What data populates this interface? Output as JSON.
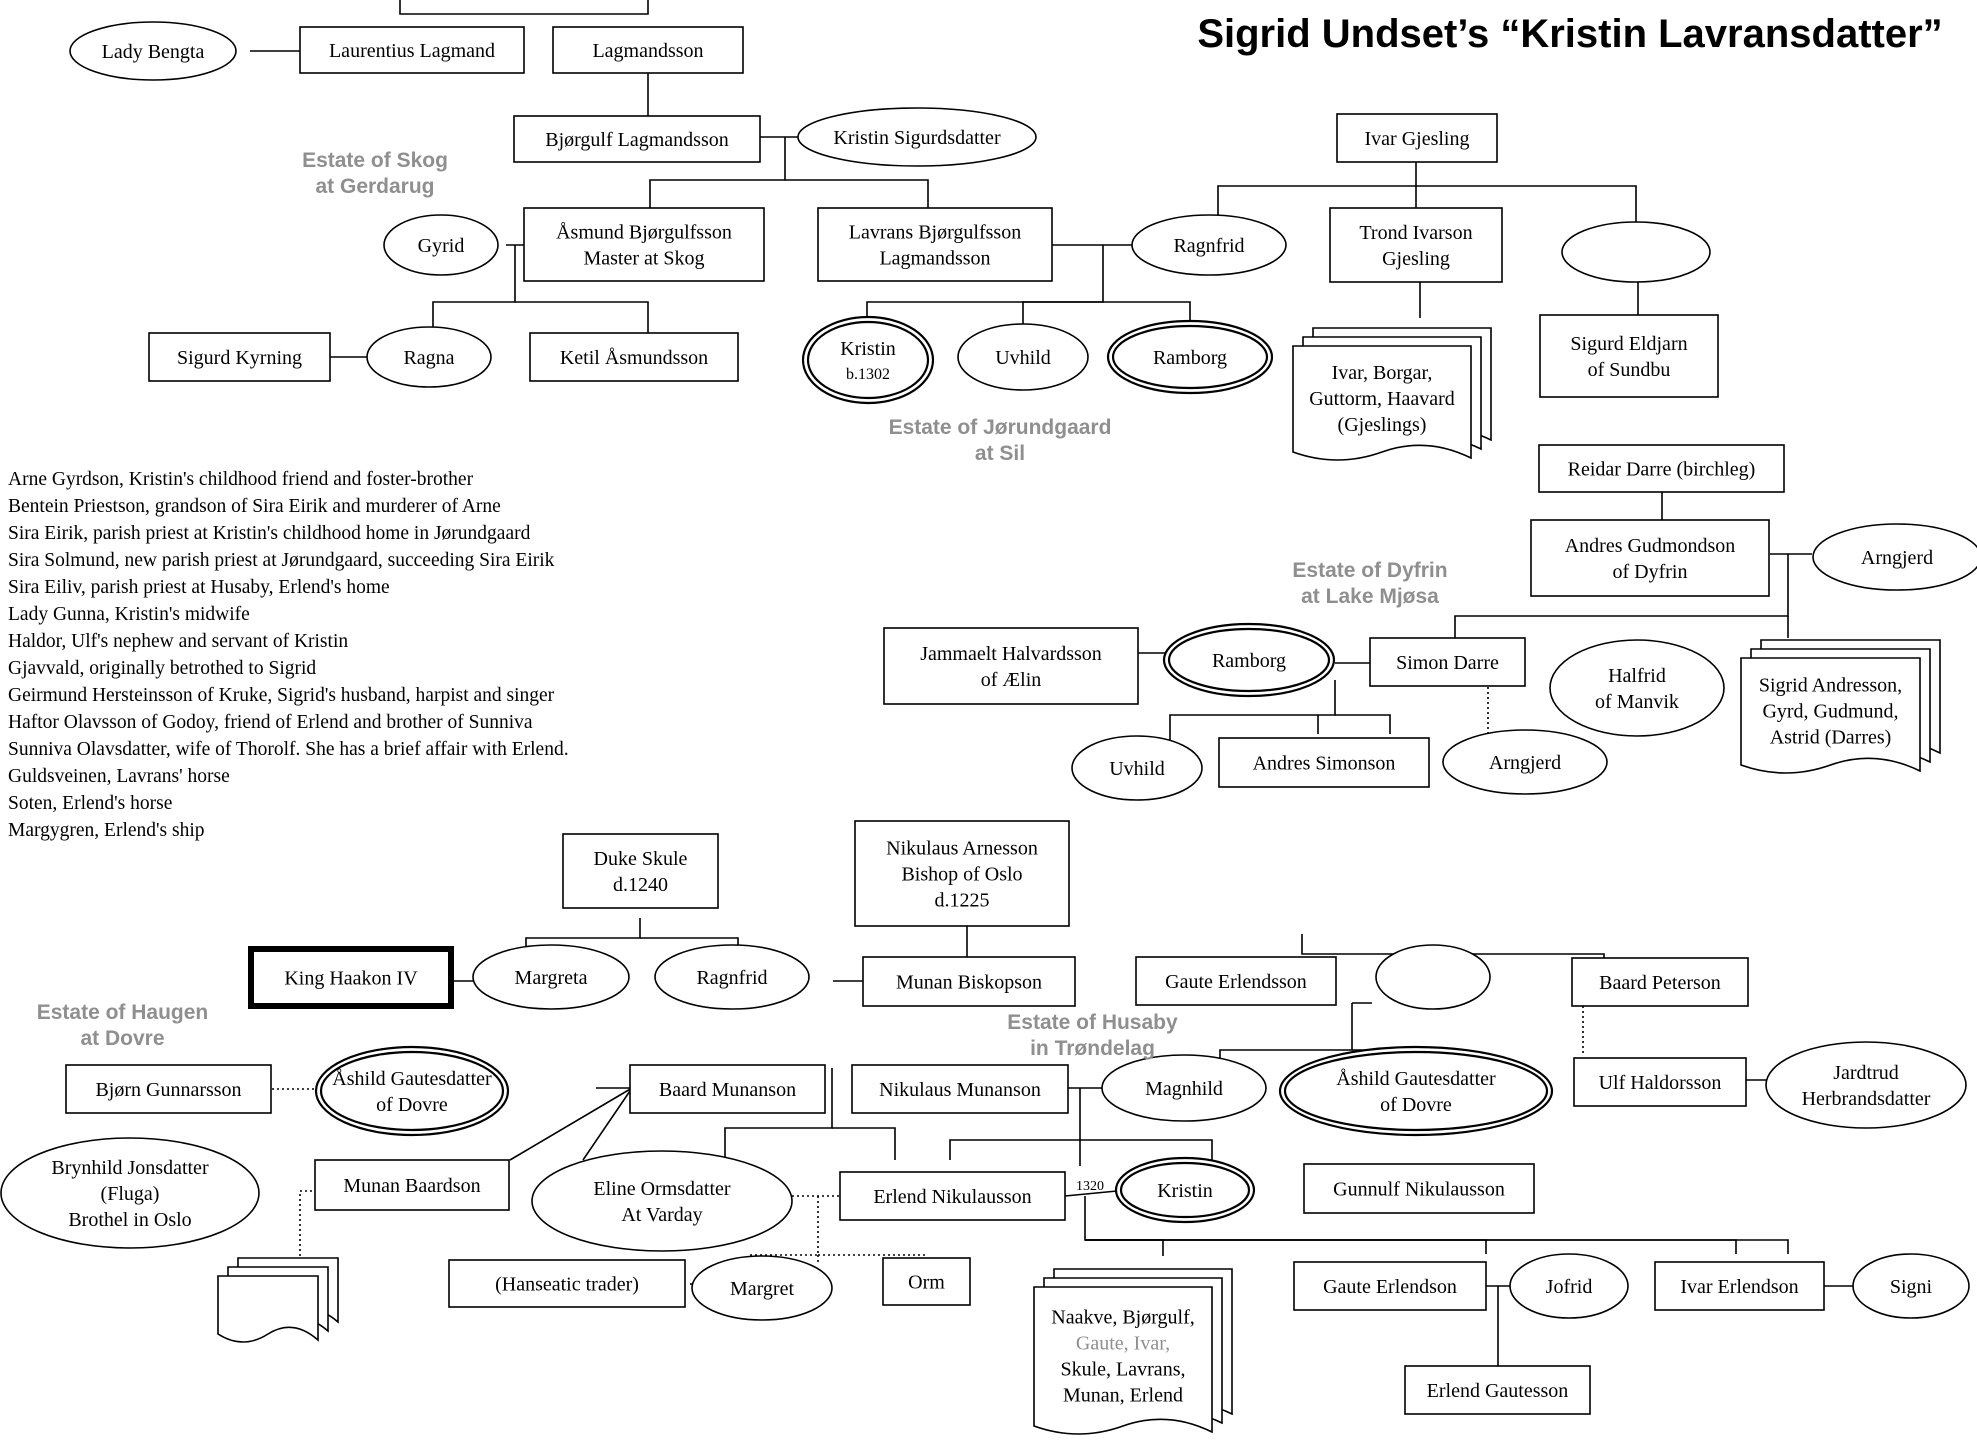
{
  "title": "Sigrid Undset’s “Kristin Lavransdatter”",
  "estates": {
    "skog": [
      "Estate of Skog",
      "at Gerdarug"
    ],
    "jorundgaard": [
      "Estate of Jørundgaard",
      "at Sil"
    ],
    "dyfrin": [
      "Estate of Dyfrin",
      "at Lake Mjøsa"
    ],
    "haugen": [
      "Estate of Haugen",
      "at Dovre"
    ],
    "husaby": [
      "Estate of Husaby",
      "in Trøndelag"
    ]
  },
  "people": {
    "lady_bengta": "Lady Bengta",
    "laurentius": "Laurentius Lagmand",
    "lagmandsson": "Lagmandsson",
    "bjorgulf": "Bjørgulf Lagmandsson",
    "kristin_sigurdsdatter": "Kristin Sigurdsdatter",
    "ivar_gjesling": "Ivar Gjesling",
    "gyrid": "Gyrid",
    "asmund": [
      "Åsmund Bjørgulfsson",
      "Master at Skog"
    ],
    "lavrans": [
      "Lavrans Bjørgulfsson",
      "Lagmandsson"
    ],
    "ragnfrid": "Ragnfrid",
    "trond": [
      "Trond Ivarson",
      "Gjesling"
    ],
    "unnamed_wife_1": "",
    "sigurd_kyrning": "Sigurd Kyrning",
    "ragna": "Ragna",
    "ketil": "Ketil Åsmundsson",
    "kristin": [
      "Kristin",
      "b.1302"
    ],
    "uvhild": "Uvhild",
    "ramborg": "Ramborg",
    "gjeslings": [
      "Ivar, Borgar,",
      "Guttorm, Haavard",
      "(Gjeslings)"
    ],
    "sigurd_eldjarn": [
      "Sigurd Eldjarn",
      "of Sundbu"
    ],
    "reidar": "Reidar Darre (birchleg)",
    "andres_gudmondson": [
      "Andres Gudmondson",
      "of Dyfrin"
    ],
    "arngjerd": "Arngjerd",
    "jammaelt": [
      "Jammaelt Halvardsson",
      "of Ælin"
    ],
    "ramborg_2": "Ramborg",
    "simon": "Simon Darre",
    "halfrid": [
      "Halfrid",
      "of Manvik"
    ],
    "darres": [
      "Sigrid Andresson,",
      "Gyrd, Gudmund,",
      "Astrid (Darres)"
    ],
    "uvhild_2": "Uvhild",
    "andres_simonson": "Andres Simonson",
    "arngjerd_2": "Arngjerd",
    "duke_skule": [
      "Duke Skule",
      "d.1240"
    ],
    "nikulaus_arnesson": [
      "Nikulaus Arnesson",
      "Bishop of Oslo",
      "d.1225"
    ],
    "king_haakon": "King Haakon IV",
    "margreta": "Margreta",
    "ragnfrid_2": "Ragnfrid",
    "munan_biskopson": "Munan Biskopson",
    "gaute_erlendsson": "Gaute Erlendsson",
    "unnamed_wife_2": "",
    "baard_peterson": "Baard Peterson",
    "bjorn_gunnarsson": "Bjørn Gunnarsson",
    "ashild_1": [
      "Åshild Gautesdatter",
      "of Dovre"
    ],
    "baard_munanson": "Baard Munanson",
    "nikulaus_munanson": "Nikulaus Munanson",
    "magnhild": "Magnhild",
    "ashild_2": [
      "Åshild Gautesdatter",
      "of Dovre"
    ],
    "ulf_haldorsson": "Ulf Haldorsson",
    "jardtrud": [
      "Jardtrud",
      "Herbrandsdatter"
    ],
    "brynhild": [
      "Brynhild Jonsdatter",
      "(Fluga)",
      "Brothel in Oslo"
    ],
    "munan_baardson": "Munan Baardson",
    "eline": [
      "Eline Ormsdatter",
      "At Varday"
    ],
    "erlend": "Erlend Nikulausson",
    "kristin_2": "Kristin",
    "gunnulf": "Gunnulf Nikulausson",
    "hanseatic": "(Hanseatic trader)",
    "margret": "Margret",
    "orm": "Orm",
    "erlend_sons": [
      "Naakve, Bjørgulf,",
      "Gaute, Ivar,",
      "Skule, Lavrans,",
      "Munan, Erlend"
    ],
    "gaute_erlendson": "Gaute Erlendson",
    "jofrid": "Jofrid",
    "ivar_erlendson": "Ivar Erlendson",
    "signi": "Signi",
    "erlend_gautesson": "Erlend Gautesson"
  },
  "marriage_year": "1320",
  "notes": [
    "Arne Gyrdson, Kristin's childhood friend and foster-brother",
    "Bentein Priestson, grandson of Sira Eirik and murderer of Arne",
    "Sira Eirik, parish priest at Kristin's childhood home in Jørundgaard",
    "Sira Solmund, new parish priest at Jørundgaard, succeeding Sira Eirik",
    "Sira Eiliv, parish priest at Husaby, Erlend's home",
    "Lady Gunna, Kristin's midwife",
    "Haldor, Ulf's nephew and servant of Kristin",
    "Gjavvald, originally betrothed to Sigrid",
    "Geirmund Hersteinsson of Kruke, Sigrid's husband, harpist and singer",
    "Haftor Olavsson of Godoy, friend of Erlend and brother of Sunniva",
    "Sunniva Olavsdatter, wife of Thorolf. She has a brief affair with Erlend.",
    "Guldsveinen, Lavrans' horse",
    "Soten, Erlend's horse",
    "Margygren, Erlend's ship"
  ],
  "colors": {
    "estate_label": "#8f8f8f",
    "line": "#000000",
    "grey_text": "#8f8f8f"
  }
}
